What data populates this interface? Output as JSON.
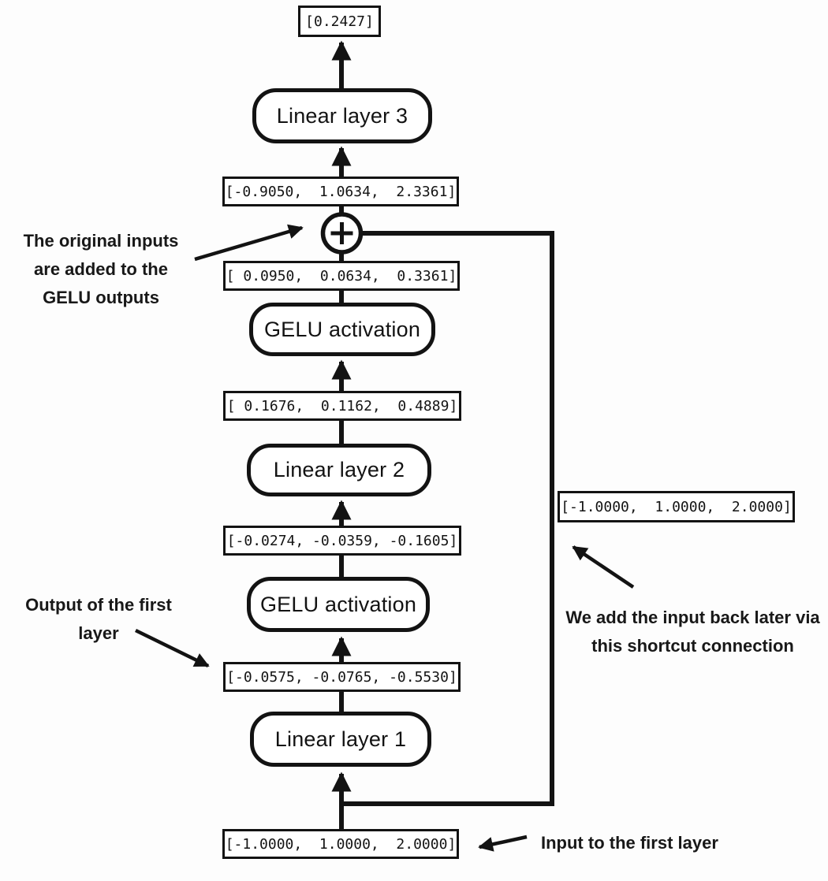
{
  "blocks": [
    {
      "label": "Linear layer 3"
    },
    {
      "label": "GELU activation"
    },
    {
      "label": "Linear layer 2"
    },
    {
      "label": "GELU activation"
    },
    {
      "label": "Linear layer 1"
    }
  ],
  "tensors": {
    "final_output": "[0.2427]",
    "after_shortcut_add": "[-0.9050,  1.0634,  2.3361]",
    "gelu2_output": "[ 0.0950,  0.0634,  0.3361]",
    "linear2_output": "[ 0.1676,  0.1162,  0.4889]",
    "gelu1_output": "[-0.0274, -0.0359, -0.1605]",
    "linear1_output": "[-0.0575, -0.0765, -0.5530]",
    "shortcut_value": "[-1.0000,  1.0000,  2.0000]",
    "input_value": "[-1.0000,  1.0000,  2.0000]"
  },
  "annotations": {
    "add_note": {
      "lines": [
        "The original inputs",
        "are added to the",
        "GELU outputs"
      ]
    },
    "first_layer": {
      "lines": [
        "Output of the first",
        "layer"
      ]
    },
    "shortcut_note": {
      "lines": [
        "We add the input back later via",
        "this shortcut connection"
      ]
    },
    "input_note": {
      "lines": [
        "Input to the first layer"
      ]
    }
  },
  "colors": {
    "ink": "#131313",
    "background": "#fdfdfd",
    "box_fill": "#ffffff"
  }
}
